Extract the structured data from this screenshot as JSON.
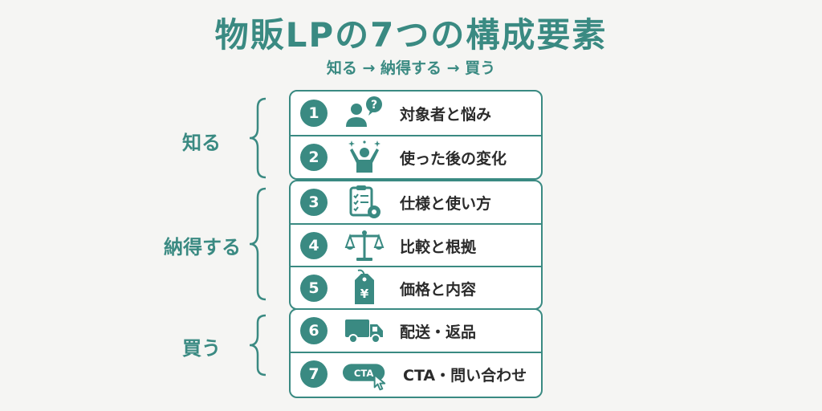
{
  "title": "物販LPの7つの構成要素",
  "subtitle": "知る → 納得する → 買う",
  "groups": [
    {
      "label": "知る"
    },
    {
      "label": "納得する"
    },
    {
      "label": "買う"
    }
  ],
  "items": [
    {
      "number": "1",
      "label": "対象者と悩み",
      "icon": "person-question-icon"
    },
    {
      "number": "2",
      "label": "使った後の変化",
      "icon": "person-cheering-icon"
    },
    {
      "number": "3",
      "label": "仕様と使い方",
      "icon": "checklist-gear-icon"
    },
    {
      "number": "4",
      "label": "比較と根拠",
      "icon": "balance-scale-icon"
    },
    {
      "number": "5",
      "label": "価格と内容",
      "icon": "yen-price-tag-icon"
    },
    {
      "number": "6",
      "label": "配送・返品",
      "icon": "delivery-truck-icon"
    },
    {
      "number": "7",
      "label": "CTA・問い合わせ",
      "icon": "cta-button-click-icon",
      "icon_text": "CTA"
    }
  ],
  "colors": {
    "accent": "#3a8a82",
    "text": "#2b2b2b",
    "background": "#f5f5f3"
  }
}
